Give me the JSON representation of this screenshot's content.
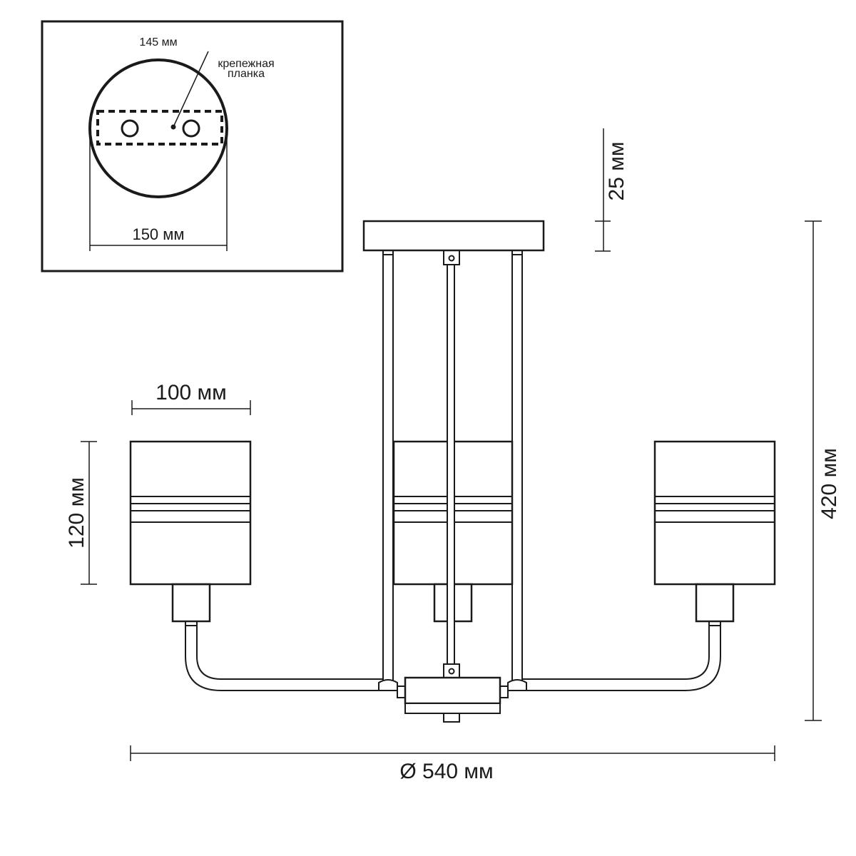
{
  "inset": {
    "bracket_size": "145 мм",
    "bracket_label_line1": "крепежная",
    "bracket_label_line2": "планка",
    "canopy_diameter": "150 мм"
  },
  "dimensions": {
    "canopy_height": "25 мм",
    "total_height": "420 мм",
    "shade_width": "100 мм",
    "shade_height": "120 мм",
    "diameter": "Ø 540 мм"
  },
  "colors": {
    "stroke": "#1a1a1a",
    "background": "#ffffff"
  }
}
